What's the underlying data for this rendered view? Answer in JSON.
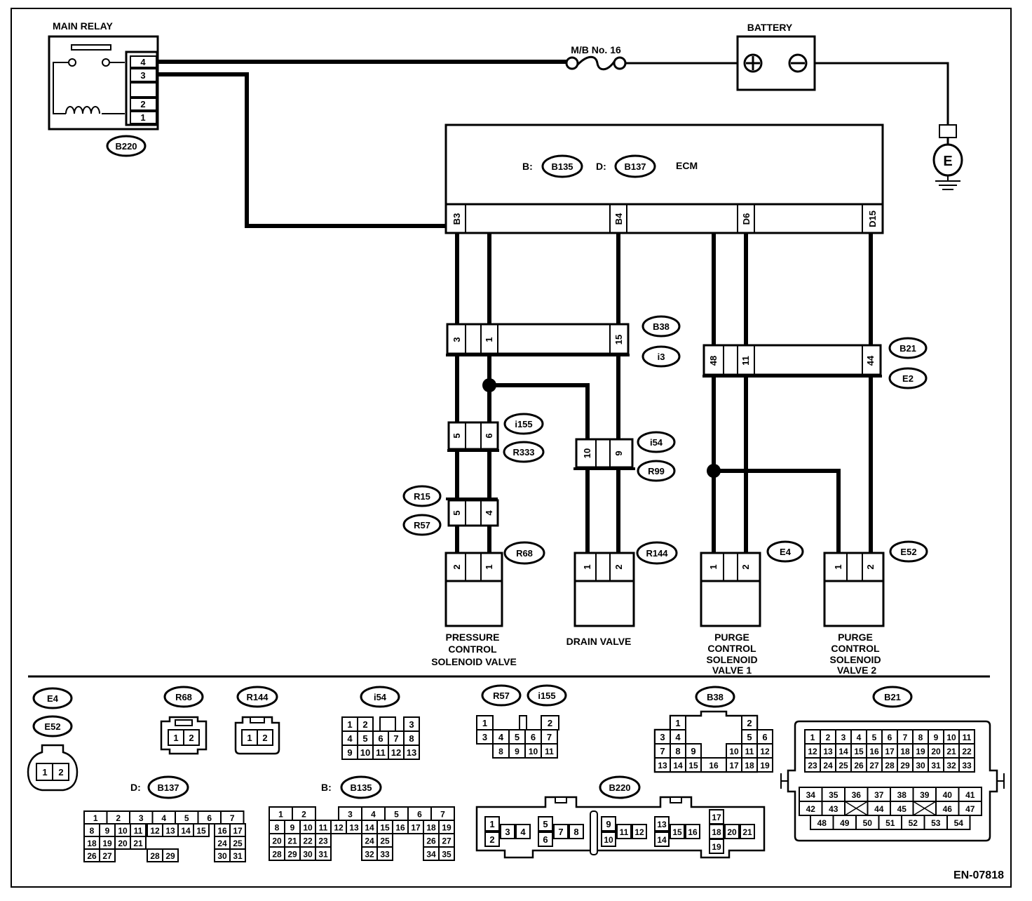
{
  "labels": {
    "main_relay": "MAIN RELAY",
    "battery": "BATTERY",
    "fuse": "M/B No. 16",
    "ecm": "ECM",
    "ecm_b_prefix": "B:",
    "ecm_d_prefix": "D:",
    "ground": "E",
    "doc_id": "EN-07818",
    "d_prefix": "D:",
    "b_prefix": "B:"
  },
  "connectors": {
    "B220": "B220",
    "B135": "B135",
    "B137": "B137",
    "B38": "B38",
    "i3": "i3",
    "B21": "B21",
    "E2": "E2",
    "i155": "i155",
    "R333": "R333",
    "i54": "i54",
    "R99": "R99",
    "R15": "R15",
    "R57": "R57",
    "R68": "R68",
    "R144": "R144",
    "E4": "E4",
    "E52": "E52"
  },
  "relay_pins": [
    "4",
    "3",
    "",
    "2",
    "1"
  ],
  "ecm_pins": [
    "B3",
    "B4",
    "D6",
    "D15"
  ],
  "b38_pins": [
    "3",
    "1",
    "15"
  ],
  "b21_pins": [
    "48",
    "11",
    "44"
  ],
  "i155_pins": [
    "5",
    "6"
  ],
  "i54_pins": [
    "10",
    "9"
  ],
  "r15_pins": [
    "5",
    "4"
  ],
  "r68_pins": [
    "2",
    "1"
  ],
  "r144_pins": [
    "1",
    "2"
  ],
  "e4_pins": [
    "1",
    "2"
  ],
  "e52_pins": [
    "1",
    "2"
  ],
  "components": {
    "pcsv": [
      "PRESSURE",
      "CONTROL",
      "SOLENOID VALVE"
    ],
    "drain": [
      "DRAIN VALVE"
    ],
    "purge1": [
      "PURGE",
      "CONTROL",
      "SOLENOID",
      "VALVE 1"
    ],
    "purge2": [
      "PURGE",
      "CONTROL",
      "SOLENOID",
      "VALVE 2"
    ]
  },
  "connector_faces": {
    "two_pin": [
      "1",
      "2"
    ],
    "i54": [
      [
        "1",
        "2",
        "",
        "3"
      ],
      [
        "4",
        "5",
        "6",
        "7",
        "8"
      ],
      [
        "9",
        "10",
        "11",
        "12",
        "13"
      ]
    ],
    "r57": [
      [
        "1",
        "",
        "2"
      ],
      [
        "3",
        "4",
        "5",
        "6",
        "7"
      ],
      [
        "8",
        "9",
        "10",
        "11"
      ]
    ],
    "b38": [
      [
        "1",
        "2"
      ],
      [
        "3",
        "4",
        "5",
        "6"
      ],
      [
        "7",
        "8",
        "9",
        "10",
        "11",
        "12"
      ],
      [
        "13",
        "14",
        "15",
        "16",
        "17",
        "18",
        "19"
      ]
    ],
    "b21": [
      [
        "1",
        "2",
        "3",
        "4",
        "5",
        "6",
        "7",
        "8",
        "9",
        "10",
        "11"
      ],
      [
        "12",
        "13",
        "14",
        "15",
        "16",
        "17",
        "18",
        "19",
        "20",
        "21",
        "22"
      ],
      [
        "23",
        "24",
        "25",
        "26",
        "27",
        "28",
        "29",
        "30",
        "31",
        "32",
        "33"
      ],
      [
        "34",
        "35",
        "36",
        "37",
        "38",
        "39",
        "40",
        "41"
      ],
      [
        "42",
        "43",
        "",
        "44",
        "45",
        "",
        "46",
        "47"
      ],
      [
        "48",
        "49",
        "50",
        "51",
        "52",
        "53",
        "54"
      ]
    ],
    "b137": [
      [
        "1",
        "2",
        "3",
        "4",
        "5",
        "6",
        "7"
      ],
      [
        "8",
        "9",
        "10",
        "11",
        "12",
        "13",
        "14",
        "15",
        "16",
        "17"
      ],
      [
        "18",
        "19",
        "20",
        "21",
        "",
        "",
        "",
        "",
        "24",
        "25"
      ],
      [
        "26",
        "27",
        "",
        "",
        "28",
        "29",
        "",
        "",
        "30",
        "31"
      ]
    ],
    "b135": [
      [
        "1",
        "2",
        "3",
        "4",
        "5",
        "6",
        "7"
      ],
      [
        "8",
        "9",
        "10",
        "11",
        "12",
        "13",
        "14",
        "15",
        "16",
        "17",
        "18",
        "19"
      ],
      [
        "20",
        "21",
        "22",
        "23",
        "24",
        "25",
        "26",
        "27"
      ],
      [
        "28",
        "29",
        "30",
        "31",
        "32",
        "33",
        "34",
        "35"
      ]
    ],
    "b220": [
      "1",
      "2",
      "3",
      "4",
      "5",
      "6",
      "7",
      "8",
      "9",
      "10",
      "11",
      "12",
      "13",
      "14",
      "15",
      "16",
      "17",
      "18",
      "20",
      "21",
      "19"
    ]
  }
}
